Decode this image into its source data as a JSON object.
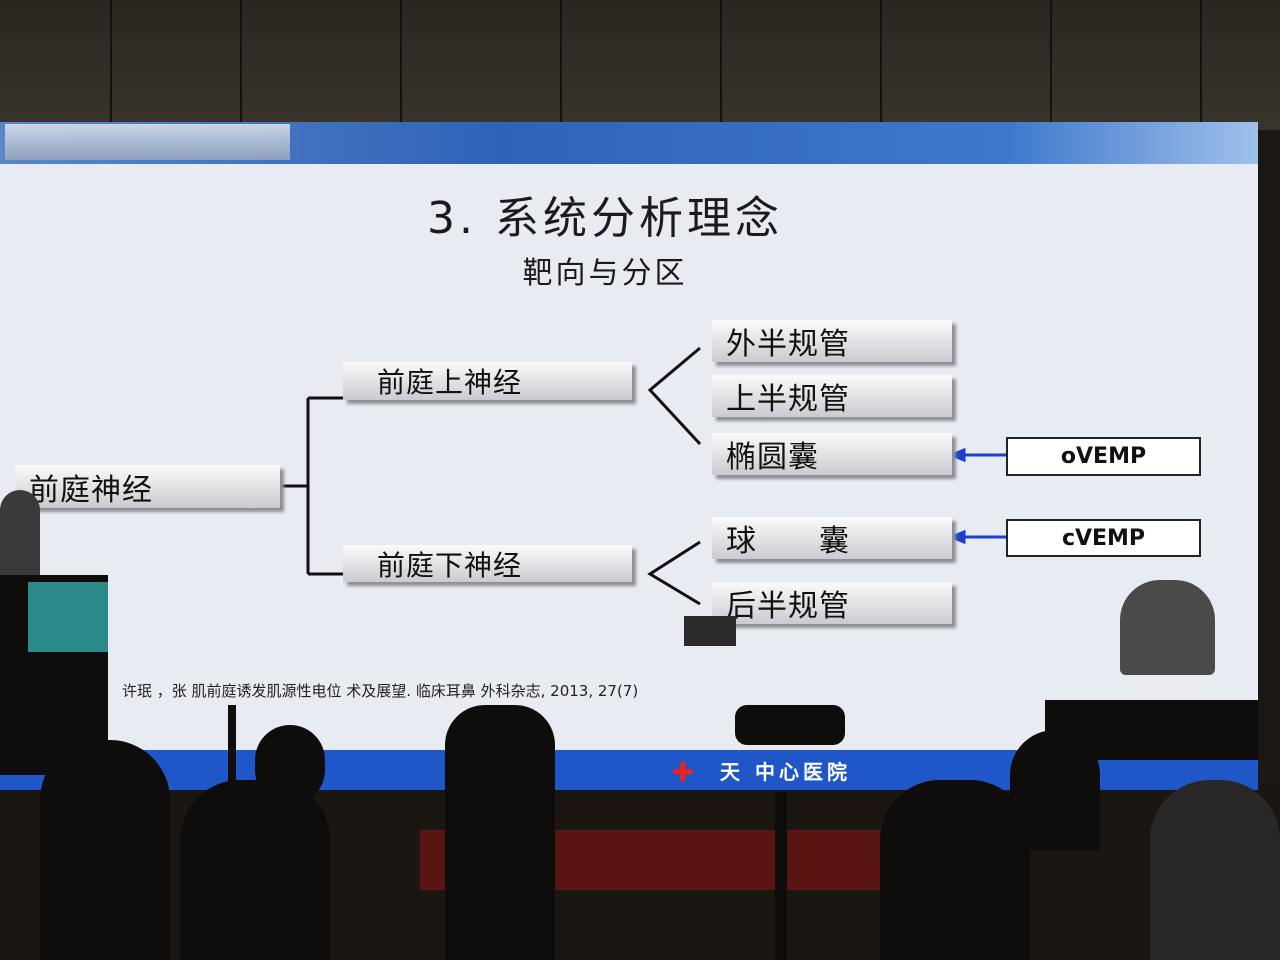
{
  "slide": {
    "title": "3. 系统分析理念",
    "subtitle": "靶向与分区",
    "root": "前庭神经",
    "branches": [
      {
        "label": "前庭上神经",
        "children": [
          "外半规管",
          "上半规管",
          "椭圆囊"
        ]
      },
      {
        "label": "前庭下神经",
        "children": [
          "球　　囊",
          "后半规管"
        ]
      }
    ],
    "tests": [
      {
        "label": "oVEMP",
        "target": "椭圆囊"
      },
      {
        "label": "cVEMP",
        "target": "球囊"
      }
    ],
    "citation": "许珉 ，张    肌前庭诱发肌源性电位          术及展望. 临床耳鼻          外科杂志, 2013, 27(7)",
    "footer": "天      中心医院",
    "colors": {
      "arrow": "#1a3fd0",
      "footer_bar": "#1f56c8"
    }
  }
}
